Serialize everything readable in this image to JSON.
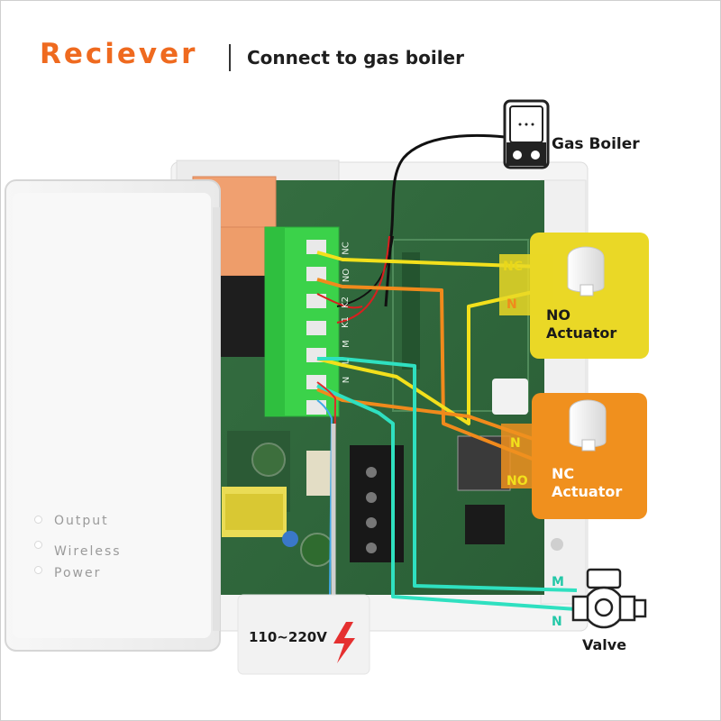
{
  "header": {
    "title": "Reciever",
    "subtitle": "Connect to gas boiler"
  },
  "labels": {
    "gas_boiler": "Gas Boiler",
    "no_actuator": [
      "NO",
      "Actuator"
    ],
    "nc_actuator": [
      "NC",
      "Actuator"
    ],
    "valve": "Valve",
    "voltage": "110~220V"
  },
  "wire_labels": {
    "no_nc": "NC",
    "no_n": "N",
    "nc_n": "N",
    "nc_no": "NO",
    "valve_m": "M",
    "valve_n": "N"
  },
  "terminal_labels": [
    "NC",
    "NO",
    "K2",
    "K1",
    "M",
    "L",
    "N"
  ],
  "status_leds": [
    "Output",
    "Wireless",
    "Power"
  ],
  "colors": {
    "brand": "#ef6a1f",
    "yellow_wire": "#f2e01c",
    "orange_wire": "#f08a1c",
    "teal_wire": "#2fe0c0",
    "no_box": "#ead826",
    "nc_box": "#f0901e",
    "pcb": "#2f6b3c",
    "terminal": "#3bd24a"
  },
  "icons": [
    "gas-boiler-icon",
    "actuator-icon",
    "valve-pump-icon",
    "lightning-icon"
  ]
}
